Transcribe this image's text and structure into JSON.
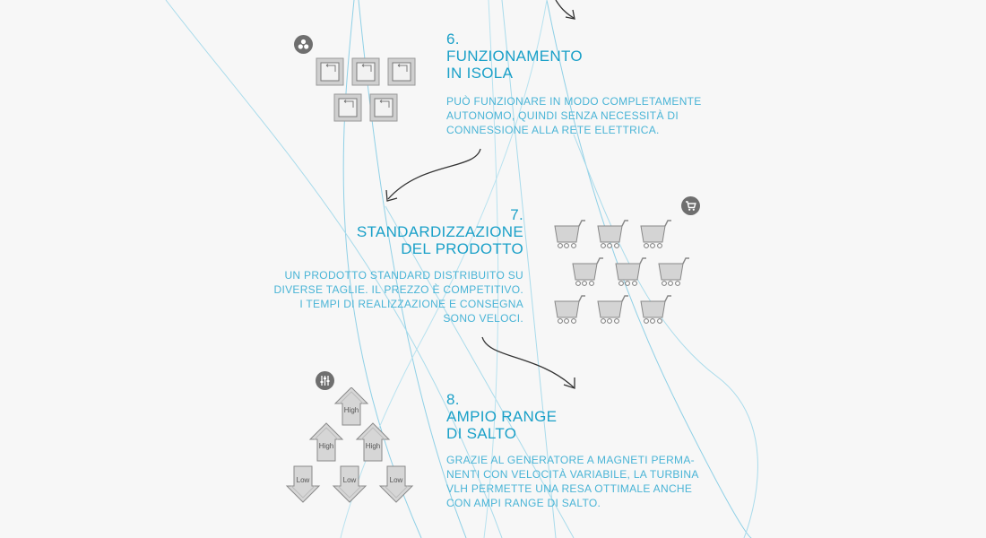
{
  "colors": {
    "accent": "#1aa0c8",
    "text_light": "#49b4d6",
    "icon_fill": "#d4d4d4",
    "icon_stroke": "#7a7a7a",
    "badge": "#6f6f6f",
    "bg_line": "#8fd0e6",
    "arrow": "#333333"
  },
  "sections": [
    {
      "number": "6.",
      "title": [
        "FUNZIONAMENTO",
        "IN ISOLA"
      ],
      "description": [
        "PUÒ FUNZIONARE IN MODO COMPLETAMENTE",
        "AUTONOMO, QUINDI SENZA NECESSITÀ DI",
        "CONNESSIONE ALLA RETE ELETTRICA."
      ],
      "badge_icon": "network-nodes-icon"
    },
    {
      "number": "7.",
      "title": [
        "STANDARDIZZAZIONE",
        "DEL PRODOTTO"
      ],
      "description": [
        "UN PRODOTTO STANDARD DISTRIBUITO SU",
        "DIVERSE TAGLIE. IL PREZZO È COMPETITIVO.",
        "I TEMPI DI REALIZZAZIONE E CONSEGNA",
        "SONO VELOCI."
      ],
      "badge_icon": "shopping-cart-icon"
    },
    {
      "number": "8.",
      "title": [
        "AMPIO RANGE",
        "DI SALTO"
      ],
      "description": [
        "GRAZIE AL GENERATORE A MAGNETI PERMA-",
        "NENTI CON VELOCITÀ VARIABILE, LA TURBINA",
        "VLH PERMETTE UNA RESA OTTIMALE ANCHE",
        "CON AMPI RANGE DI SALTO."
      ],
      "badge_icon": "sliders-icon"
    }
  ],
  "range_icons": {
    "high_label": "High",
    "low_label": "Low"
  }
}
